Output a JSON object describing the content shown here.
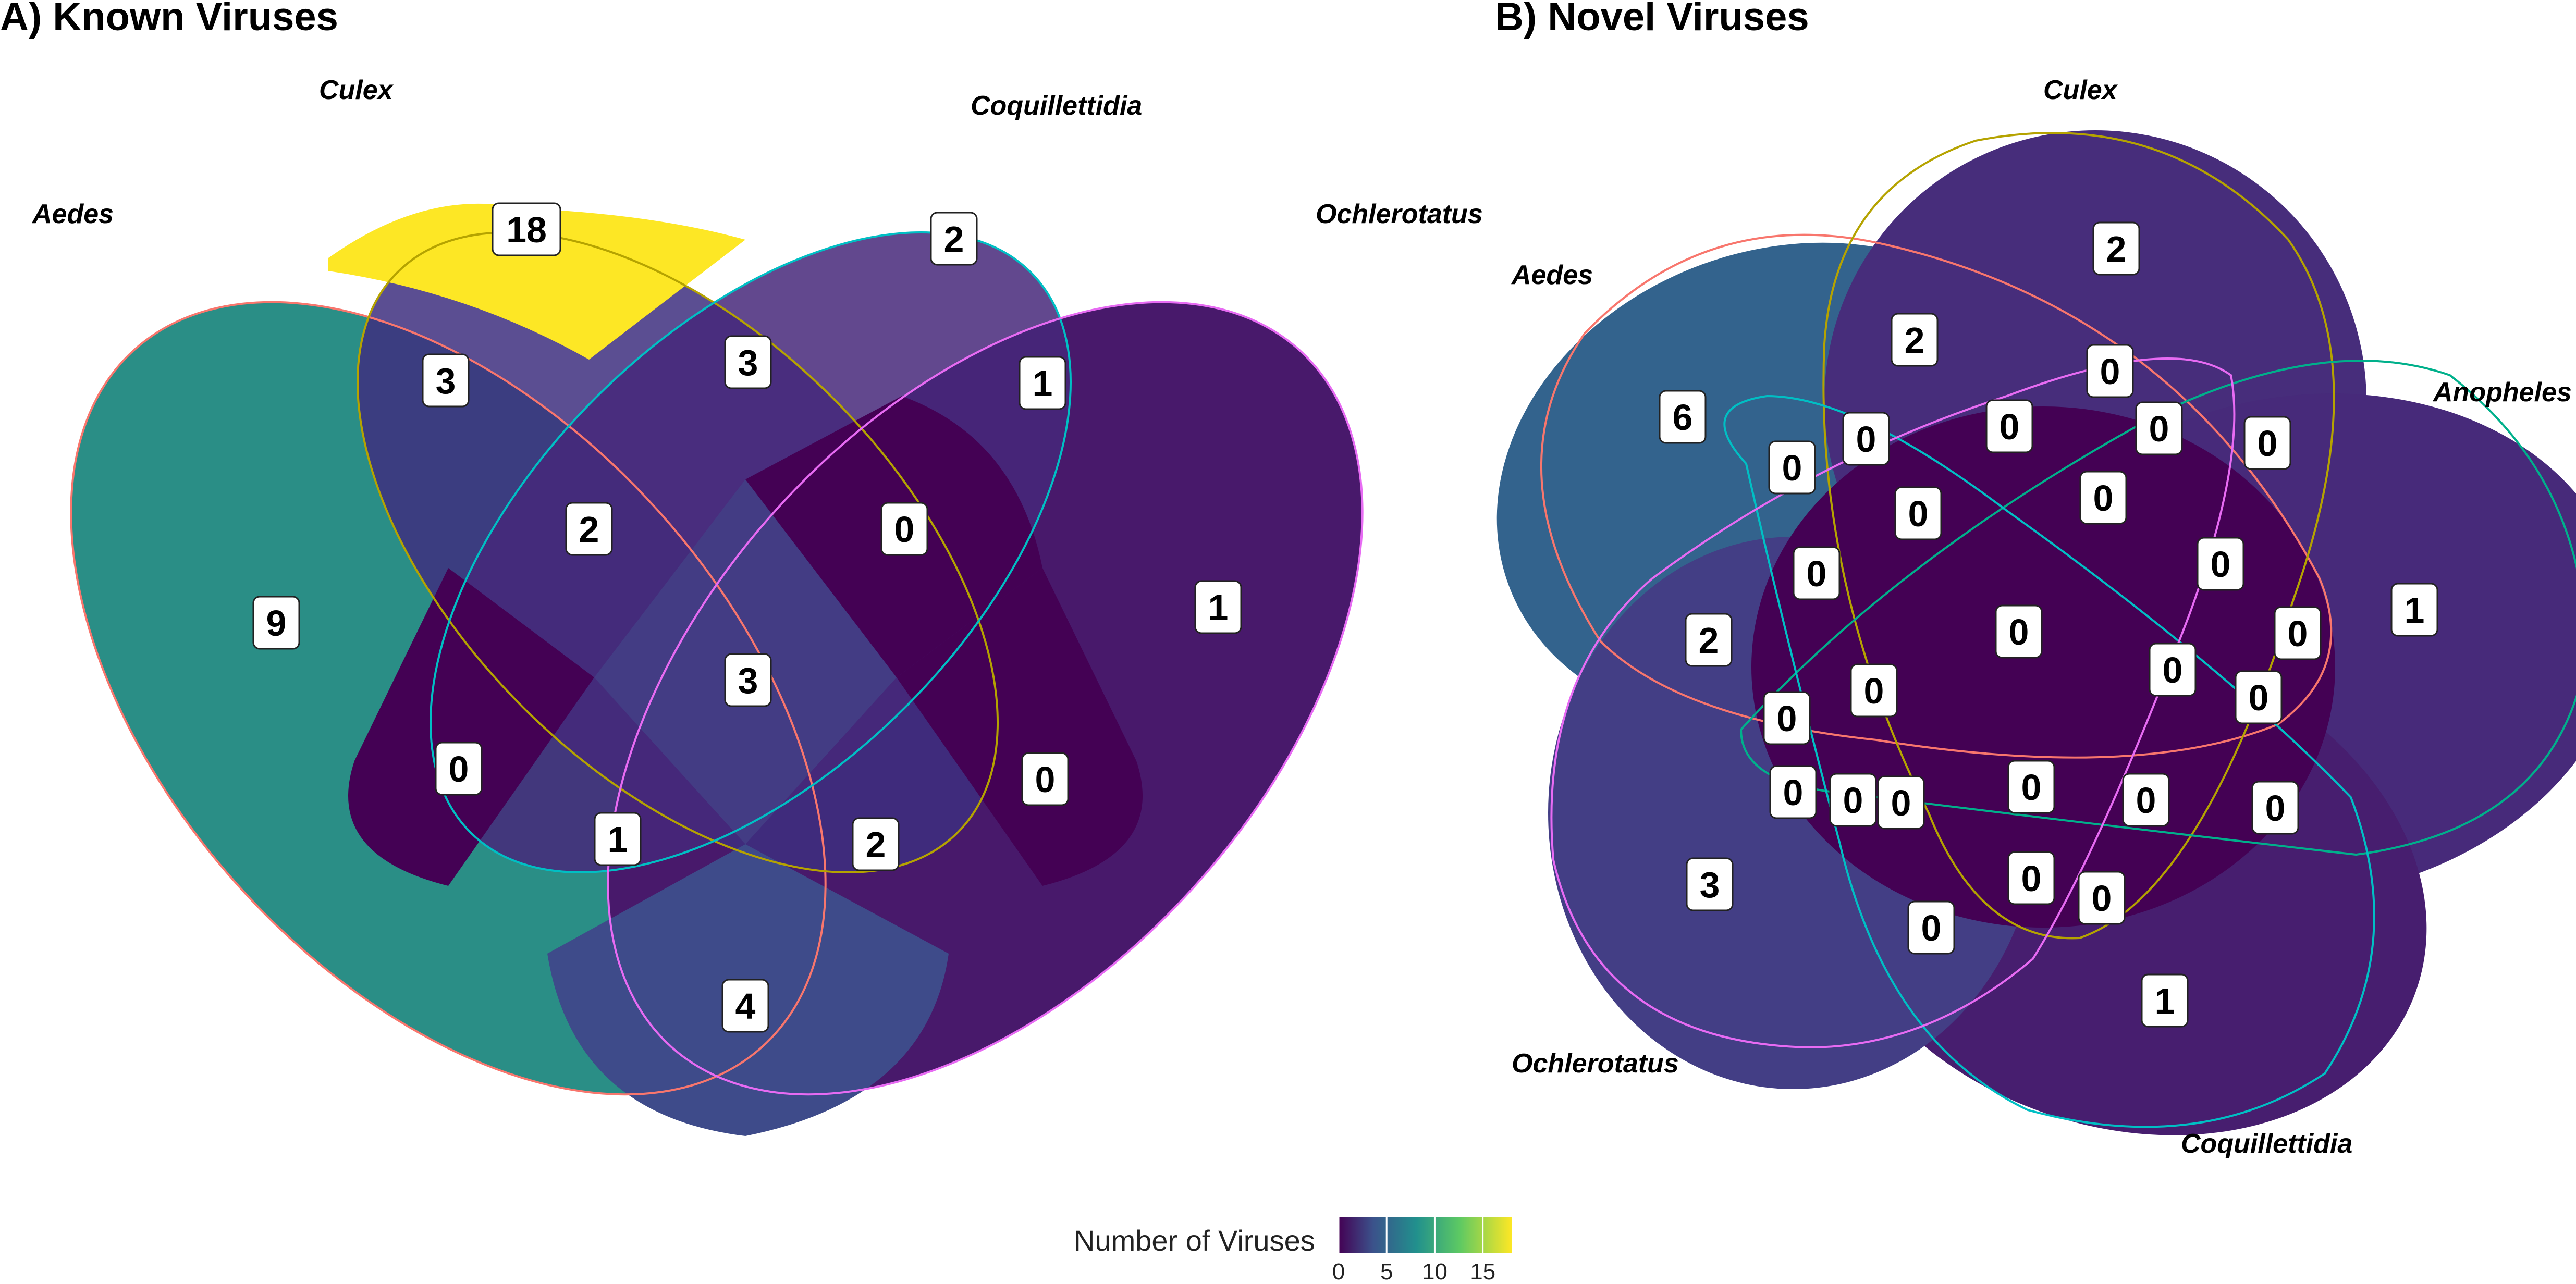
{
  "panels": [
    {
      "title": "A) Known Viruses",
      "sets": [
        "Aedes",
        "Culex",
        "Coquillettidia",
        "Ochlerotatus"
      ],
      "regions": [
        {
          "sets": [
            "Aedes"
          ],
          "count": 9
        },
        {
          "sets": [
            "Culex"
          ],
          "count": 18
        },
        {
          "sets": [
            "Coquillettidia"
          ],
          "count": 2
        },
        {
          "sets": [
            "Ochlerotatus"
          ],
          "count": 1
        },
        {
          "sets": [
            "Aedes",
            "Culex"
          ],
          "count": 3
        },
        {
          "sets": [
            "Culex",
            "Coquillettidia"
          ],
          "count": 3
        },
        {
          "sets": [
            "Coquillettidia",
            "Ochlerotatus"
          ],
          "count": 1
        },
        {
          "sets": [
            "Aedes",
            "Culex",
            "Coquillettidia"
          ],
          "count": 2
        },
        {
          "sets": [
            "Culex",
            "Coquillettidia",
            "Ochlerotatus"
          ],
          "count": 0
        },
        {
          "sets": [
            "Aedes",
            "Culex",
            "Coquillettidia",
            "Ochlerotatus"
          ],
          "count": 3
        },
        {
          "sets": [
            "Aedes",
            "Coquillettidia"
          ],
          "count": 0
        },
        {
          "sets": [
            "Culex",
            "Ochlerotatus"
          ],
          "count": 0
        },
        {
          "sets": [
            "Aedes",
            "Coquillettidia",
            "Ochlerotatus"
          ],
          "count": 1
        },
        {
          "sets": [
            "Aedes",
            "Culex",
            "Ochlerotatus"
          ],
          "count": 2
        },
        {
          "sets": [
            "Aedes",
            "Ochlerotatus"
          ],
          "count": 4
        }
      ]
    },
    {
      "title": "B) Novel Viruses",
      "sets": [
        "Aedes",
        "Culex",
        "Anopheles",
        "Coquillettidia",
        "Ochlerotatus"
      ],
      "regions": [
        {
          "sets": [
            "Aedes"
          ],
          "count": 6
        },
        {
          "sets": [
            "Culex"
          ],
          "count": 2
        },
        {
          "sets": [
            "Anopheles"
          ],
          "count": 1
        },
        {
          "sets": [
            "Coquillettidia"
          ],
          "count": 1
        },
        {
          "sets": [
            "Ochlerotatus"
          ],
          "count": 3
        },
        {
          "sets": [
            "Aedes",
            "Culex"
          ],
          "count": 2
        },
        {
          "sets": [
            "Aedes",
            "Ochlerotatus"
          ],
          "count": 2
        },
        {
          "sets": [
            "intersection"
          ],
          "count": 0
        },
        {
          "sets": [
            "intersection"
          ],
          "count": 0
        },
        {
          "sets": [
            "intersection"
          ],
          "count": 0
        },
        {
          "sets": [
            "intersection"
          ],
          "count": 0
        },
        {
          "sets": [
            "intersection"
          ],
          "count": 0
        },
        {
          "sets": [
            "intersection"
          ],
          "count": 0
        },
        {
          "sets": [
            "intersection"
          ],
          "count": 0
        },
        {
          "sets": [
            "intersection"
          ],
          "count": 0
        },
        {
          "sets": [
            "intersection"
          ],
          "count": 0
        },
        {
          "sets": [
            "intersection"
          ],
          "count": 0
        },
        {
          "sets": [
            "intersection"
          ],
          "count": 0
        },
        {
          "sets": [
            "intersection"
          ],
          "count": 0
        },
        {
          "sets": [
            "intersection"
          ],
          "count": 0
        },
        {
          "sets": [
            "intersection"
          ],
          "count": 0
        },
        {
          "sets": [
            "intersection"
          ],
          "count": 0
        },
        {
          "sets": [
            "intersection"
          ],
          "count": 0
        },
        {
          "sets": [
            "intersection"
          ],
          "count": 0
        },
        {
          "sets": [
            "intersection"
          ],
          "count": 0
        },
        {
          "sets": [
            "intersection"
          ],
          "count": 0
        },
        {
          "sets": [
            "intersection"
          ],
          "count": 0
        },
        {
          "sets": [
            "intersection"
          ],
          "count": 0
        },
        {
          "sets": [
            "intersection"
          ],
          "count": 0
        },
        {
          "sets": [
            "intersection"
          ],
          "count": 0
        },
        {
          "sets": [
            "intersection"
          ],
          "count": 0
        },
        {
          "sets": [
            "intersection"
          ],
          "count": 0
        }
      ]
    }
  ],
  "legend": {
    "title": "Number of Viruses",
    "ticks": [
      "0",
      "5",
      "10",
      "15"
    ],
    "colormap": "viridis",
    "min": 0,
    "max": 18
  },
  "colors": {
    "outline_aedes": "#f8766d",
    "outline_culex": "#b5a300",
    "outline_coquillettidia": "#00bfc4",
    "outline_ochlerotatus": "#e76bf3",
    "outline_anopheles": "#00b08b"
  }
}
